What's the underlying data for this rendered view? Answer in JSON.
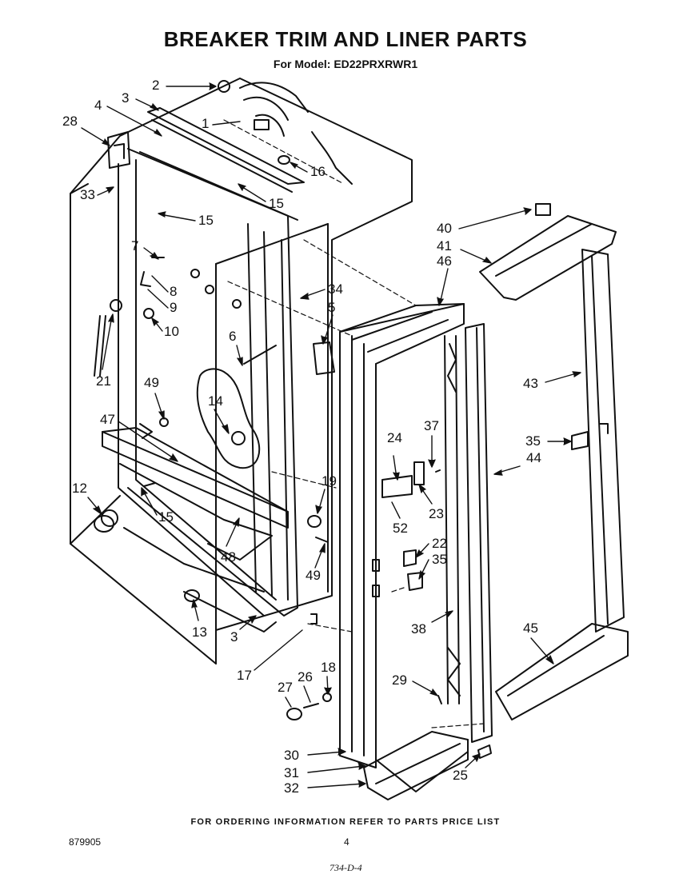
{
  "header": {
    "title": "BREAKER TRIM AND LINER PARTS",
    "model": "For Model: ED22PRXRWR1"
  },
  "footer": {
    "ordering_info": "FOR ORDERING INFORMATION REFER TO PARTS PRICE LIST",
    "doc_number": "879905",
    "page_number": "4",
    "handwritten_note": "734-D-4"
  },
  "callouts": [
    "2",
    "3",
    "4",
    "28",
    "1",
    "16",
    "33",
    "15",
    "15",
    "7",
    "8",
    "9",
    "10",
    "21",
    "34",
    "5",
    "6",
    "49",
    "14",
    "47",
    "12",
    "15",
    "48",
    "13",
    "3",
    "17",
    "19",
    "49",
    "24",
    "37",
    "23",
    "52",
    "22",
    "35",
    "38",
    "27",
    "26",
    "18",
    "29",
    "30",
    "31",
    "32",
    "25",
    "40",
    "41",
    "46",
    "43",
    "35",
    "44",
    "45"
  ]
}
